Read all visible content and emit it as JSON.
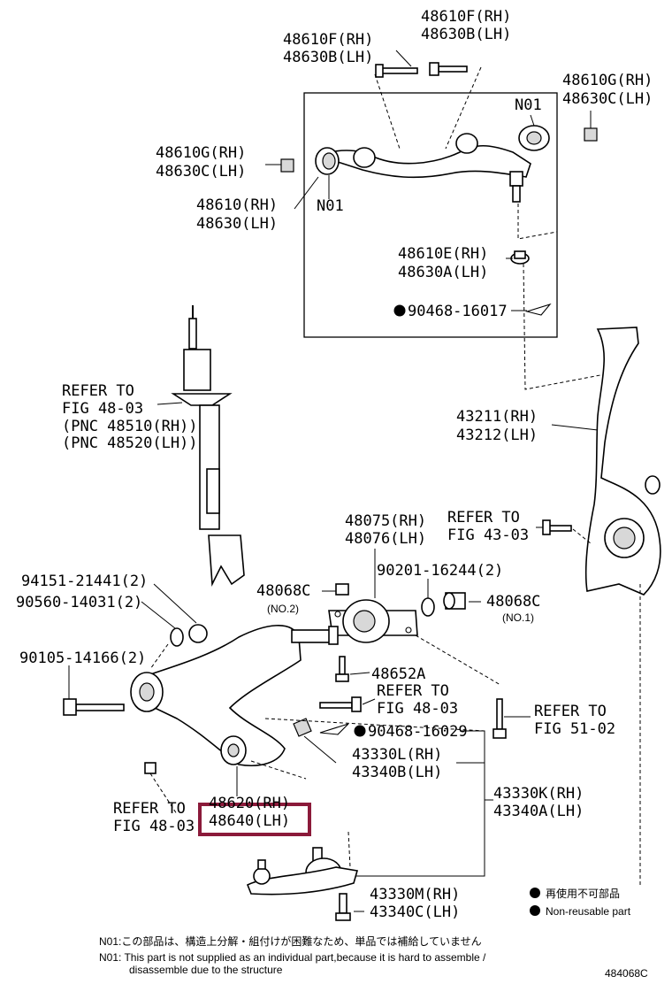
{
  "labels": {
    "l01": "48610F(RH)",
    "l02": "48630B(LH)",
    "l03": "48610F(RH)",
    "l04": "48630B(LH)",
    "l05": "48610G(RH)",
    "l06": "48630C(LH)",
    "l07": "N01",
    "l08": "48610G(RH)",
    "l09": "48630C(LH)",
    "l10": "48610(RH)",
    "l11": "48630(LH)",
    "l12": "N01",
    "l13": "48610E(RH)",
    "l14": "48630A(LH)",
    "l15": "90468-16017",
    "l16": "REFER TO",
    "l17": "FIG 48-03",
    "l18": "(PNC 48510(RH))",
    "l19": "(PNC 48520(LH))",
    "l20": "43211(RH)",
    "l21": "43212(LH)",
    "l22": "48075(RH)",
    "l23": "48076(LH)",
    "l24": "REFER TO",
    "l25": "FIG 43-03",
    "l26": "90201-16244(2)",
    "l27": "94151-21441(2)",
    "l28": "48068C",
    "l29": "(NO.2)",
    "l30": "48068C",
    "l31": "(NO.1)",
    "l32": "90560-14031(2)",
    "l33": "90105-14166(2)",
    "l34": "48652A",
    "l35": "REFER TO",
    "l36": "FIG 48-03",
    "l37": "REFER TO",
    "l38": "FIG 51-02",
    "l39": "90468-16029",
    "l40": "43330L(RH)",
    "l41": "43340B(LH)",
    "l42": "48620(RH)",
    "l43": "48640(LH)",
    "l44": "REFER TO",
    "l45": "FIG 48-03",
    "l46": "43330K(RH)",
    "l47": "43340A(LH)",
    "l48": "43330M(RH)",
    "l49": "43340C(LH)"
  },
  "legend": {
    "jp": "再使用不可部品",
    "en": "Non-reusable part"
  },
  "notes": {
    "jp": "N01:この部品は、構造上分解・組付けが困難なため、単品では補給していません",
    "en1": "N01: This part is not supplied as an individual part,because it is hard to assemble /",
    "en2": "disassemble due to the structure"
  },
  "code": "484068C",
  "highlight_color": "#8b1a3a"
}
